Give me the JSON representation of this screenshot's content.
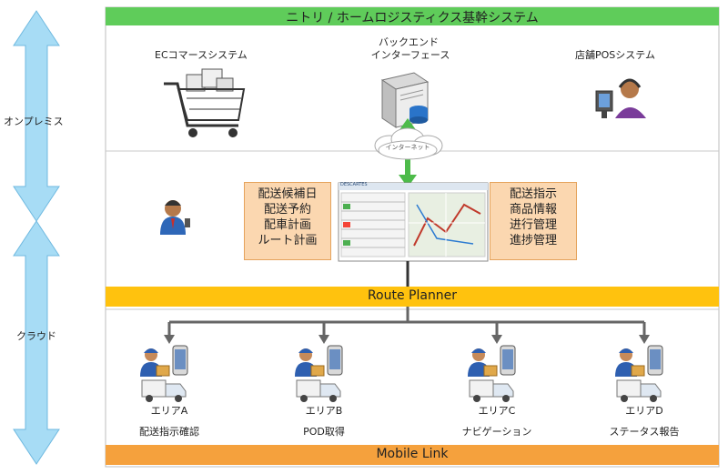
{
  "header": {
    "title": "ニトリ / ホームロジスティクス基幹システム",
    "color": "#5fcc5a"
  },
  "side": {
    "onpremise": "オンプレミス",
    "cloud": "クラウド",
    "arrow_color": "#8fd2f2"
  },
  "onpremise": {
    "ec_label": "ECコマースシステム",
    "backend_label_line1": "バックエンド",
    "backend_label_line2": "インターフェース",
    "pos_label": "店舗POSシステム",
    "internet_label": "インターネット"
  },
  "cloud": {
    "left_box": [
      "配送候補日",
      "配送予約",
      "配車計画",
      "ルート計画"
    ],
    "right_box": [
      "配送指示",
      "商品情報",
      "进行管理",
      "進捗管理"
    ],
    "screen_brand": "DESCARTES"
  },
  "route_planner": {
    "label": "Route Planner",
    "color": "#ffc20e"
  },
  "areas": [
    {
      "name": "エリアA",
      "feature": "配送指示確認"
    },
    {
      "name": "エリアB",
      "feature": "POD取得"
    },
    {
      "name": "エリアC",
      "feature": "ナビゲーション"
    },
    {
      "name": "エリアD",
      "feature": "ステータス報告"
    }
  ],
  "mobile_link": {
    "label": "Mobile Link",
    "color": "#f5a13d"
  }
}
